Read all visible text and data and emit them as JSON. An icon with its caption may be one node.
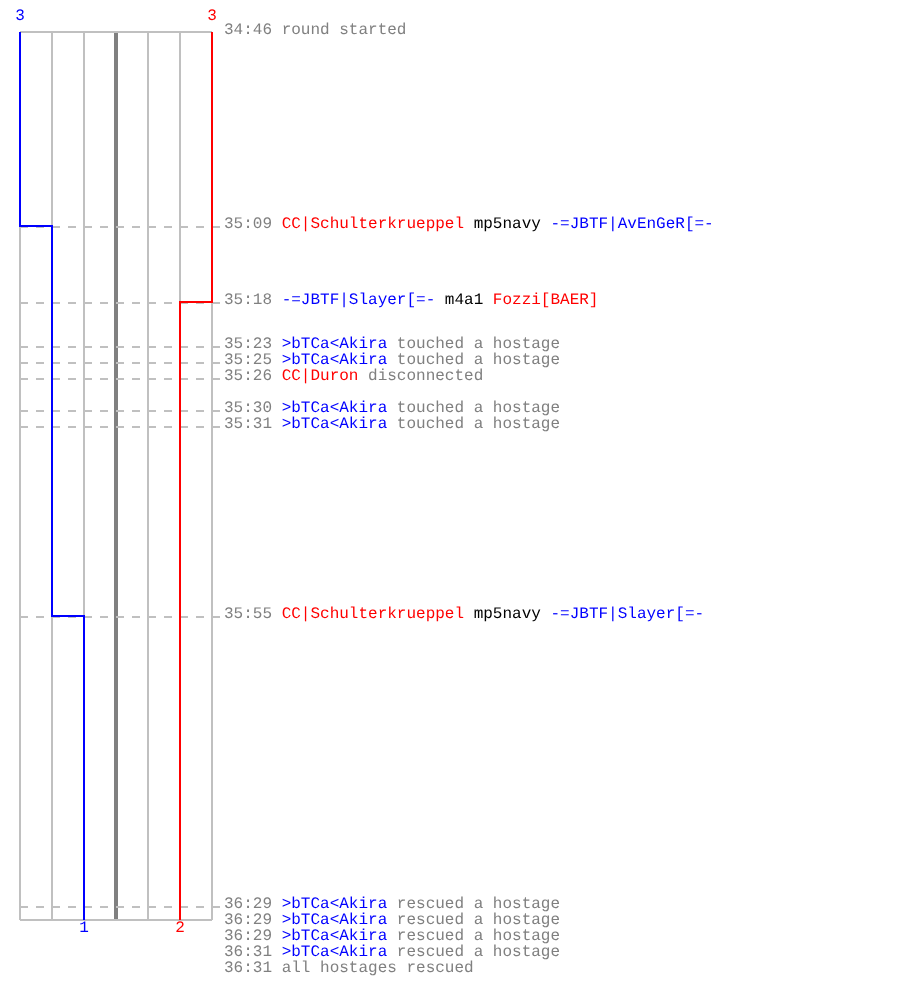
{
  "diagram": {
    "labels": [
      "3",
      "3",
      "34:46",
      "round started",
      "35:09",
      "CC|Schulterkrueppel",
      "mp5navy",
      "-=JBTF|AvEnGeR[=-",
      "35:18",
      "-=JBTF|Slayer[=-",
      "m4a1",
      "Fozzi[BAER]",
      "35:23",
      ">bTCa<Akira",
      "touched a hostage",
      "35:25",
      ">bTCa<Akira",
      "touched a hostage",
      "35:26",
      "CC|Duron",
      "disconnected",
      "35:30",
      ">bTCa<Akira",
      "touched a hostage",
      "35:31",
      ">bTCa<Akira",
      "touched a hostage",
      "35:55",
      "CC|Schulterkrueppel",
      "mp5navy",
      "-=JBTF|Slayer[=-",
      "36:29",
      ">bTCa<Akira",
      "rescued a hostage",
      "36:29",
      ">bTCa<Akira",
      "rescued a hostage",
      "36:29",
      ">bTCa<Akira",
      "rescued a hostage",
      "36:31",
      ">bTCa<Akira",
      "rescued a hostage",
      "36:31",
      "all hostages rescued",
      "1",
      "2"
    ]
  }
}
